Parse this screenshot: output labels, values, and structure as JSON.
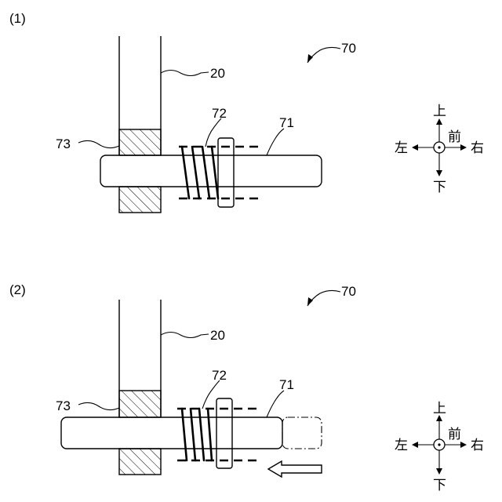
{
  "panels": [
    {
      "label": "(1)",
      "refs": {
        "assembly": "70",
        "post": "20",
        "pin": "71",
        "spring": "72",
        "block": "73"
      },
      "directions": {
        "up": "上",
        "down": "下",
        "left": "左",
        "right": "右",
        "front": "前"
      },
      "pushed": false
    },
    {
      "label": "(2)",
      "refs": {
        "assembly": "70",
        "post": "20",
        "pin": "71",
        "spring": "72",
        "block": "73"
      },
      "directions": {
        "up": "上",
        "down": "下",
        "left": "左",
        "right": "右",
        "front": "前"
      },
      "pushed": true
    }
  ]
}
